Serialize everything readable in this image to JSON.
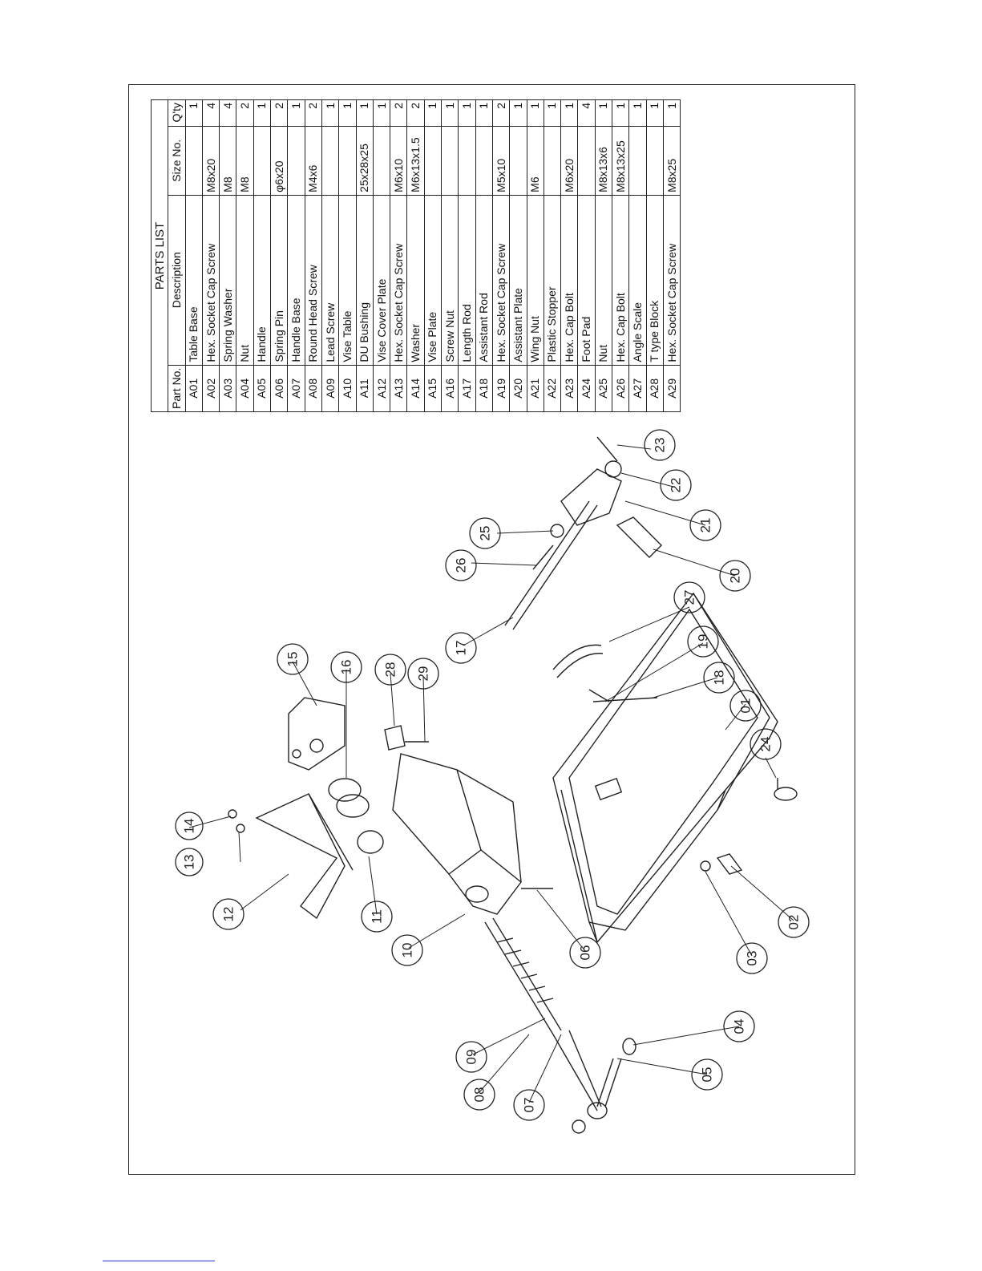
{
  "parts_list": {
    "title": "PARTS LIST",
    "headers": {
      "part_no": "Part No.",
      "description": "Description",
      "size_no": "Size No.",
      "qty": "Q'ty"
    },
    "rows": [
      {
        "no": "A01",
        "desc": "Table Base",
        "size": "",
        "qty": "1"
      },
      {
        "no": "A02",
        "desc": "Hex. Socket Cap Screw",
        "size": "M8x20",
        "qty": "4"
      },
      {
        "no": "A03",
        "desc": "Spring Washer",
        "size": "M8",
        "qty": "4"
      },
      {
        "no": "A04",
        "desc": "Nut",
        "size": "M8",
        "qty": "2"
      },
      {
        "no": "A05",
        "desc": "Handle",
        "size": "",
        "qty": "1"
      },
      {
        "no": "A06",
        "desc": "Spring Pin",
        "size": "φ6x20",
        "qty": "2"
      },
      {
        "no": "A07",
        "desc": "Handle Base",
        "size": "",
        "qty": "1"
      },
      {
        "no": "A08",
        "desc": "Round Head Screw",
        "size": "M4x6",
        "qty": "2"
      },
      {
        "no": "A09",
        "desc": "Lead Screw",
        "size": "",
        "qty": "1"
      },
      {
        "no": "A10",
        "desc": "Vise Table",
        "size": "",
        "qty": "1"
      },
      {
        "no": "A11",
        "desc": "DU Bushing",
        "size": "25x28x25",
        "qty": "1"
      },
      {
        "no": "A12",
        "desc": "Vise Cover Plate",
        "size": "",
        "qty": "1"
      },
      {
        "no": "A13",
        "desc": "Hex. Socket Cap Screw",
        "size": "M6x10",
        "qty": "2"
      },
      {
        "no": "A14",
        "desc": "Washer",
        "size": "M6x13x1.5",
        "qty": "2"
      },
      {
        "no": "A15",
        "desc": "Vise Plate",
        "size": "",
        "qty": "1"
      },
      {
        "no": "A16",
        "desc": "Screw Nut",
        "size": "",
        "qty": "1"
      },
      {
        "no": "A17",
        "desc": "Length Rod",
        "size": "",
        "qty": "1"
      },
      {
        "no": "A18",
        "desc": "Assistant Rod",
        "size": "",
        "qty": "1"
      },
      {
        "no": "A19",
        "desc": "Hex. Socket Cap Screw",
        "size": "M5x10",
        "qty": "2"
      },
      {
        "no": "A20",
        "desc": "Assistant Plate",
        "size": "",
        "qty": "1"
      },
      {
        "no": "A21",
        "desc": "Wing Nut",
        "size": "M6",
        "qty": "1"
      },
      {
        "no": "A22",
        "desc": "Plastic Stopper",
        "size": "",
        "qty": "1"
      },
      {
        "no": "A23",
        "desc": "Hex. Cap Bolt",
        "size": "M6x20",
        "qty": "1"
      },
      {
        "no": "A24",
        "desc": "Foot Pad",
        "size": "",
        "qty": "4"
      },
      {
        "no": "A25",
        "desc": "Nut",
        "size": "M8x13x6",
        "qty": "1"
      },
      {
        "no": "A26",
        "desc": "Hex. Cap Bolt",
        "size": "M8x13x25",
        "qty": "1"
      },
      {
        "no": "A27",
        "desc": "Angle Scale",
        "size": "",
        "qty": "1"
      },
      {
        "no": "A28",
        "desc": "T type Block",
        "size": "",
        "qty": "1"
      },
      {
        "no": "A29",
        "desc": "Hex. Socket Cap Screw",
        "size": "M8x25",
        "qty": "1"
      }
    ]
  },
  "callouts": [
    "01",
    "02",
    "03",
    "04",
    "05",
    "06",
    "07",
    "08",
    "09",
    "10",
    "11",
    "12",
    "13",
    "14",
    "15",
    "16",
    "17",
    "18",
    "19",
    "20",
    "21",
    "22",
    "23",
    "24",
    "25",
    "26",
    "27",
    "28",
    "29"
  ],
  "colors": {
    "line": "#222222",
    "link": "#2a3bd6"
  }
}
